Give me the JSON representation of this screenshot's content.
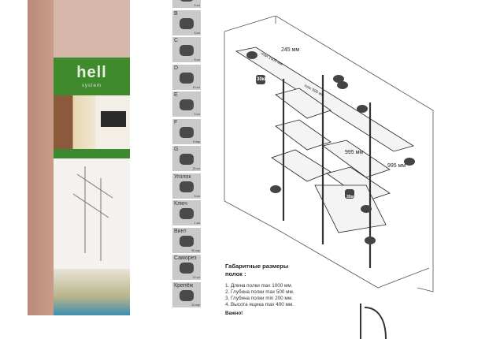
{
  "box": {
    "logo": "hell",
    "logo_sub": "system"
  },
  "parts": [
    {
      "label": "",
      "qty": "5 шт"
    },
    {
      "label": "B",
      "qty": "5 шт"
    },
    {
      "label": "C",
      "qty": "8 шт"
    },
    {
      "label": "D",
      "qty": "10 шт"
    },
    {
      "label": "E",
      "qty": "5 шт"
    },
    {
      "label": "F",
      "qty": "8 пар"
    },
    {
      "label": "G",
      "qty": "20 шт"
    },
    {
      "label": "Уголок",
      "qty": "8 шт"
    },
    {
      "label": "Ключ",
      "qty": "1 шт"
    },
    {
      "label": "Винт",
      "qty": "50 пар"
    },
    {
      "label": "Саморез",
      "qty": "10 шт"
    },
    {
      "label": "Крепёж",
      "qty": "24 пар"
    }
  ],
  "diagram": {
    "dim_top": "245 мм",
    "dim_len": "max 1000 мм",
    "dim_depth": "max 500 мм",
    "weight": "30кг",
    "dim_mid": "995 мм",
    "dim_right": "995 мм",
    "weight2": "30кг"
  },
  "specs": {
    "title": "Габаритные размеры полок :",
    "items": [
      "1. Длина полки max 1000 мм.",
      "2. Глубина полки max 500 мм.",
      "3. Глубина полки min 200 мм.",
      "4. Высота ящика max 400 мм."
    ],
    "warning": "Важно!"
  }
}
